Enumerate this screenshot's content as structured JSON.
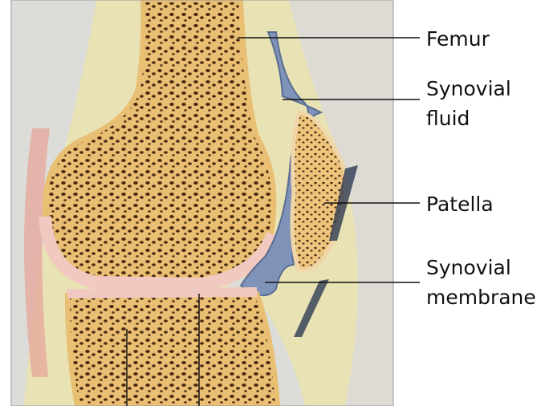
{
  "labels": {
    "femur": "Femur",
    "synovial_fluid_line1": "Synovial",
    "synovial_fluid_line2": "fluid",
    "patella": "Patella",
    "synovial_membrane_line1": "Synovial",
    "synovial_membrane_line2": "membrane"
  },
  "colors": {
    "bone_fill": "#e9bf73",
    "bone_pores": "#4a2a12",
    "cartilage": "#f2c9c0",
    "synovial_fluid": "#7f93b8",
    "soft_tissue": "#eee6a6",
    "ligament": "#dcdcdc",
    "muscle": "#e8a49a",
    "leader_line": "#111111"
  }
}
